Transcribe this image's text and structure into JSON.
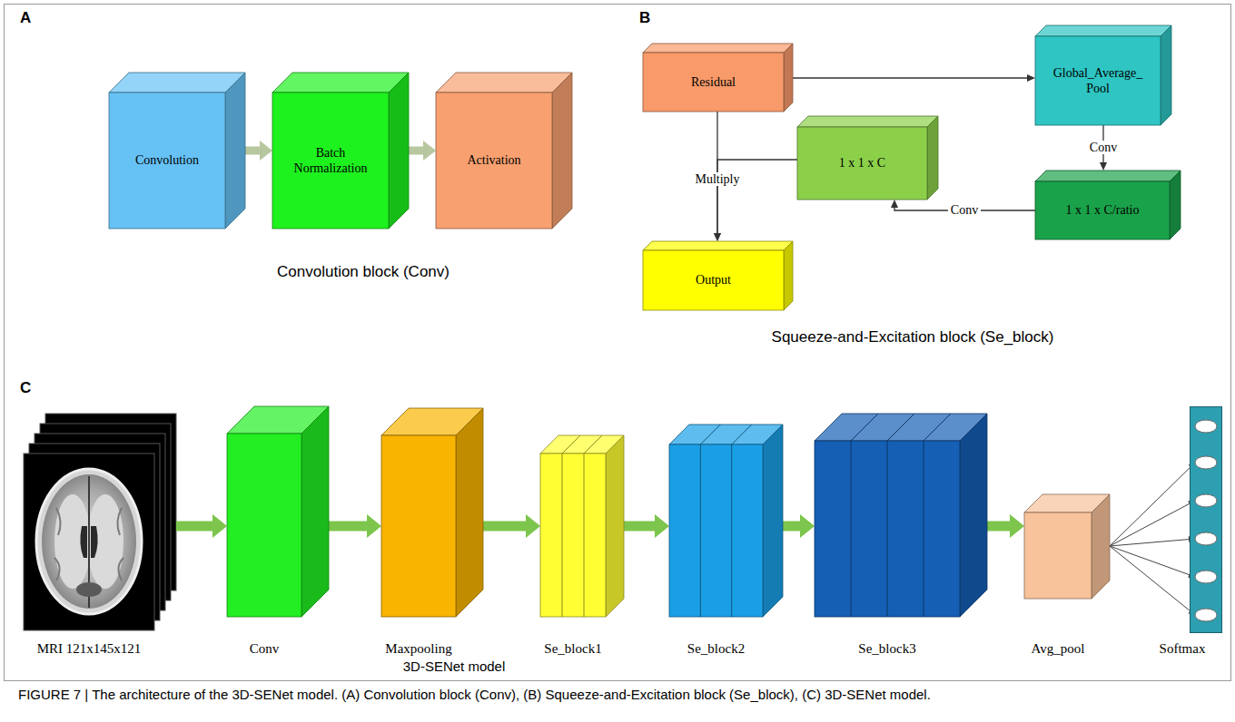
{
  "diagram": {
    "caption": "FIGURE 7 | The architecture of the 3D-SENet model. (A) Convolution block (Conv), (B) Squeeze-and-Excitation block (Se_block), (C) 3D-SENet model.",
    "nodes": [
      {
        "text": [
          "Convolution"
        ]
      },
      {
        "text": [
          "Batch Normalization"
        ]
      },
      {
        "text": [
          "Activation"
        ]
      },
      {
        "text": [
          "Residual"
        ]
      },
      {
        "text": [
          "Global_Average_ Pool"
        ]
      },
      {
        "text": [
          "1 x 1 x C"
        ]
      },
      {
        "text": [
          "1 x 1 x C/ratio"
        ]
      },
      {
        "text": [
          "Output"
        ]
      },
      {
        "text": [
          "MRI 121x145x121"
        ]
      },
      {
        "text": [
          "Conv"
        ]
      },
      {
        "text": [
          "Maxpooling"
        ]
      },
      {
        "text": [
          "Se_block1"
        ]
      },
      {
        "text": [
          "Se_block2"
        ]
      },
      {
        "text": [
          "Se_block3"
        ]
      },
      {
        "text": [
          "Avg_pool"
        ]
      },
      {
        "text": [
          "Softmax"
        ]
      }
    ],
    "edges": [
      {
        "from": 0,
        "to": 1,
        "arrow": "to"
      },
      {
        "from": 1,
        "to": 2,
        "arrow": "to"
      },
      {
        "from": 3,
        "to": 4,
        "arrow": "to"
      },
      {
        "from": 4,
        "to": 6,
        "label": "Conv",
        "arrow": "to"
      },
      {
        "from": 6,
        "to": 5,
        "label": "Conv",
        "arrow": "to"
      },
      {
        "from": 5,
        "to": 7,
        "label": "Multiply",
        "arrow": "to"
      },
      {
        "from": 3,
        "to": 7,
        "arrow": "to"
      },
      {
        "from": 8,
        "to": 9,
        "arrow": "to"
      },
      {
        "from": 9,
        "to": 10,
        "arrow": "to"
      },
      {
        "from": 10,
        "to": 11,
        "arrow": "to"
      },
      {
        "from": 11,
        "to": 12,
        "arrow": "to"
      },
      {
        "from": 12,
        "to": 13,
        "arrow": "to"
      },
      {
        "from": 13,
        "to": 14,
        "arrow": "to"
      },
      {
        "from": 14,
        "to": 15,
        "arrow": "to"
      }
    ],
    "labels": [
      "A",
      "Convolution block (Conv)",
      "B",
      "Squeeze-and-Excitation block (Se_block)",
      "C",
      "3D-SENet model"
    ]
  }
}
